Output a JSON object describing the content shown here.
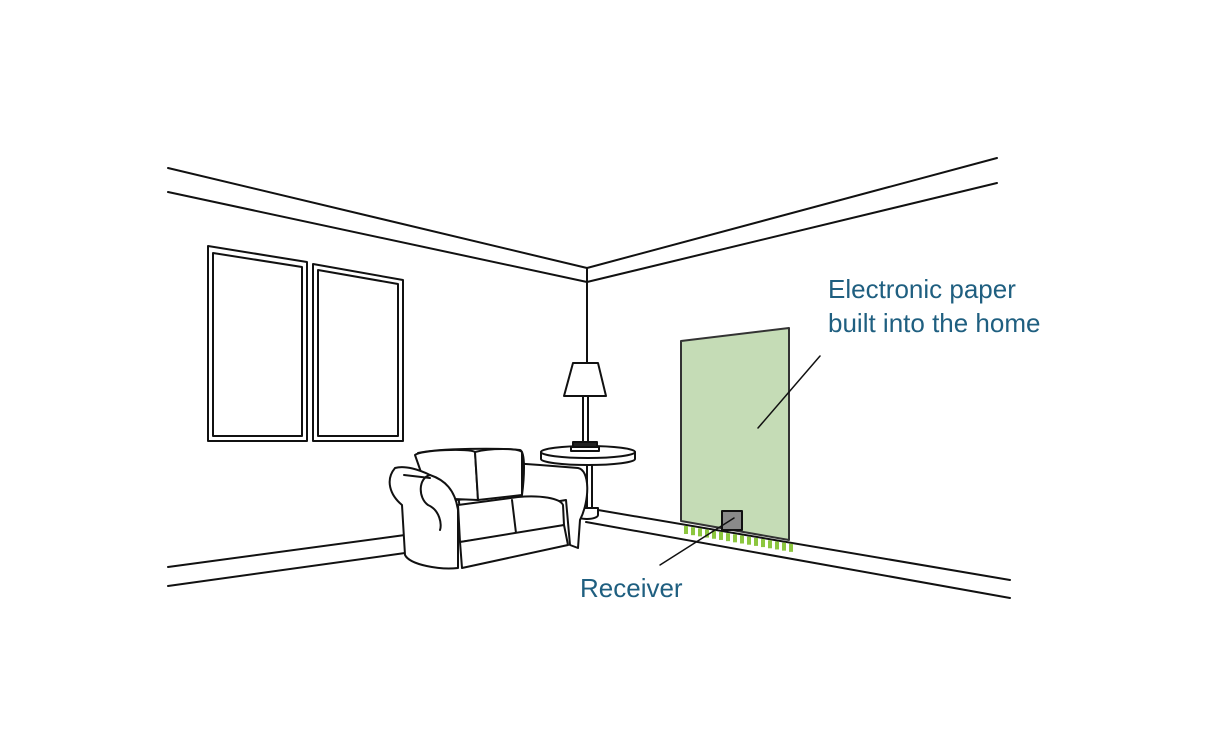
{
  "labels": {
    "epaper_line1": "Electronic paper",
    "epaper_line2": "built into the home",
    "receiver": "Receiver"
  },
  "colors": {
    "line": "#111111",
    "label": "#1f5f80",
    "epaper_fill": "#c5dcb6",
    "receiver_fill": "#8a8a8a",
    "signal": "#8cc63f"
  }
}
